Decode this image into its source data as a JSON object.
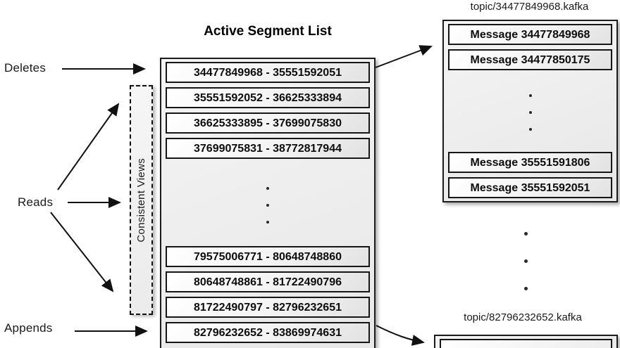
{
  "labels": {
    "deletes": "Deletes",
    "reads": "Reads",
    "appends": "Appends",
    "consistent_views": "Consistent Views"
  },
  "segment_list": {
    "title": "Active Segment List",
    "segments_top": [
      "34477849968 - 35551592051",
      "35551592052 - 36625333894",
      "36625333895 - 37699075830",
      "37699075831 - 38772817944"
    ],
    "segments_bottom": [
      "79575006771 - 80648748860",
      "80648748861 - 81722490796",
      "81722490797 - 82796232651",
      "82796232652 - 83869974631"
    ]
  },
  "segment_file_top": {
    "title": "topic/34477849968.kafka",
    "messages_top": [
      "Message 34477849968",
      "Message 34477850175"
    ],
    "messages_bottom": [
      "Message 35551591806",
      "Message 35551592051"
    ]
  },
  "segment_file_bottom": {
    "title": "topic/82796232652.kafka"
  },
  "colors": {
    "ink": "#111111",
    "panel_fill": "#ececec",
    "background": "#ffffff"
  }
}
